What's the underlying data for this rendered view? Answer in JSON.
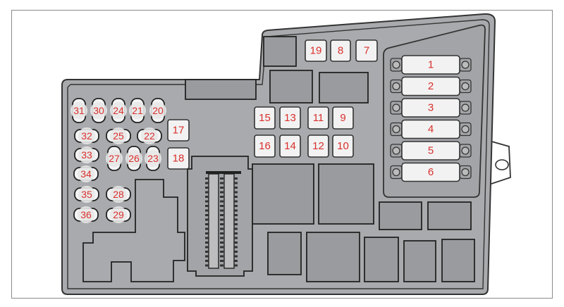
{
  "title": "Fuse box layout",
  "colors": {
    "housing": "#a9aaad",
    "label": "#d9302c",
    "fuse": "#f2f2f2"
  },
  "maxi_fuses": [
    "1",
    "2",
    "3",
    "4",
    "5",
    "6"
  ],
  "top_fuses": [
    "19",
    "8",
    "7"
  ],
  "mid_fuses_top": [
    "15",
    "13",
    "11",
    "9"
  ],
  "mid_fuses_bottom": [
    "16",
    "14",
    "12",
    "10"
  ],
  "side_fuses": [
    "17",
    "18"
  ],
  "mini_row1": [
    "31",
    "30",
    "24",
    "21",
    "20"
  ],
  "mini_h1": [
    "32",
    "25",
    "22"
  ],
  "mini_33": "33",
  "mini_v2": [
    "27",
    "26",
    "23"
  ],
  "mini_34": "34",
  "mini_h3": [
    "35",
    "28"
  ],
  "mini_h4": [
    "36",
    "29"
  ]
}
